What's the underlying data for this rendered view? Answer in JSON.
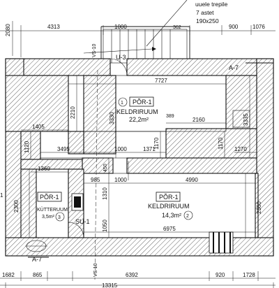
{
  "rooms": [
    {
      "id": "r1",
      "number": "1",
      "code": "PÕR-1",
      "name": "KELDRIRUUM",
      "area": "22,2m²"
    },
    {
      "id": "r2",
      "number": "2",
      "code": "PÕR-1",
      "name": "KELDRIRUUM",
      "area": "14,3m²"
    },
    {
      "id": "r3",
      "number": "3",
      "code": "PÕR-1",
      "name": "KÜTTERUUM",
      "area": "3,5m²"
    }
  ],
  "notes": {
    "stair": "uuele trepile",
    "steps": "7 astet",
    "stair_size": "190x250",
    "door_u3": "U-3",
    "door_su1": "SU-1",
    "section_a7_top": "A-7",
    "section_a7_bottom": "A-7",
    "vs10_top": "VS-10",
    "vs10_bottom": "VS-10"
  },
  "dims": {
    "top_2080": "2080",
    "top_4313": "4313",
    "top_1000": "1000",
    "top_362": "362",
    "top_900": "900",
    "top_1076": "1076",
    "d7727": "7727",
    "d2210": "2210",
    "d3330": "3330",
    "d389": "389",
    "d2160": "2160",
    "d3335": "3335",
    "d1405": "1405",
    "d1120": "1120",
    "d3495": "3495",
    "d1000a": "1000",
    "d1371": "1371",
    "d1170a": "1170",
    "d1170b": "1170",
    "d1270": "1270",
    "d1360": "1360",
    "d450": "450",
    "d985": "985",
    "d1000b": "1000",
    "d4990": "4990",
    "d1310": "1310",
    "d2300": "2300",
    "d2360": "2360",
    "d1050": "1050",
    "d6975": "6975",
    "b1682": "1682",
    "b865": "865",
    "b6392": "6392",
    "b920": "920",
    "b1728": "1728",
    "b13315": "13315",
    "side_1": "1"
  }
}
